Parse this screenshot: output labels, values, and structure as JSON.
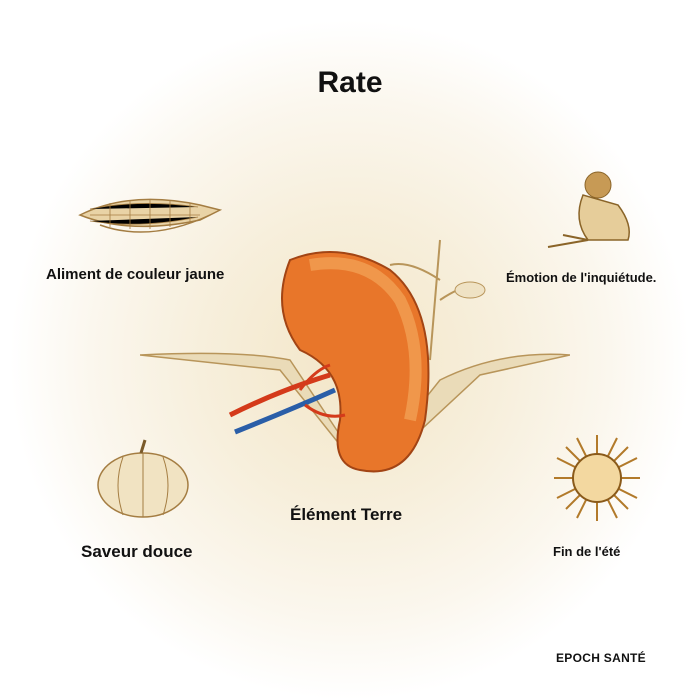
{
  "title": "Rate",
  "labels": {
    "food": "Aliment de couleur jaune",
    "emotion": "Émotion de l'inquiétude.",
    "element": "Élément Terre",
    "taste": "Saveur douce",
    "season": "Fin de l'été"
  },
  "brand": "EPOCH SANTÉ",
  "colors": {
    "organ": "#e8762a",
    "sketch": "#b8955a"
  }
}
